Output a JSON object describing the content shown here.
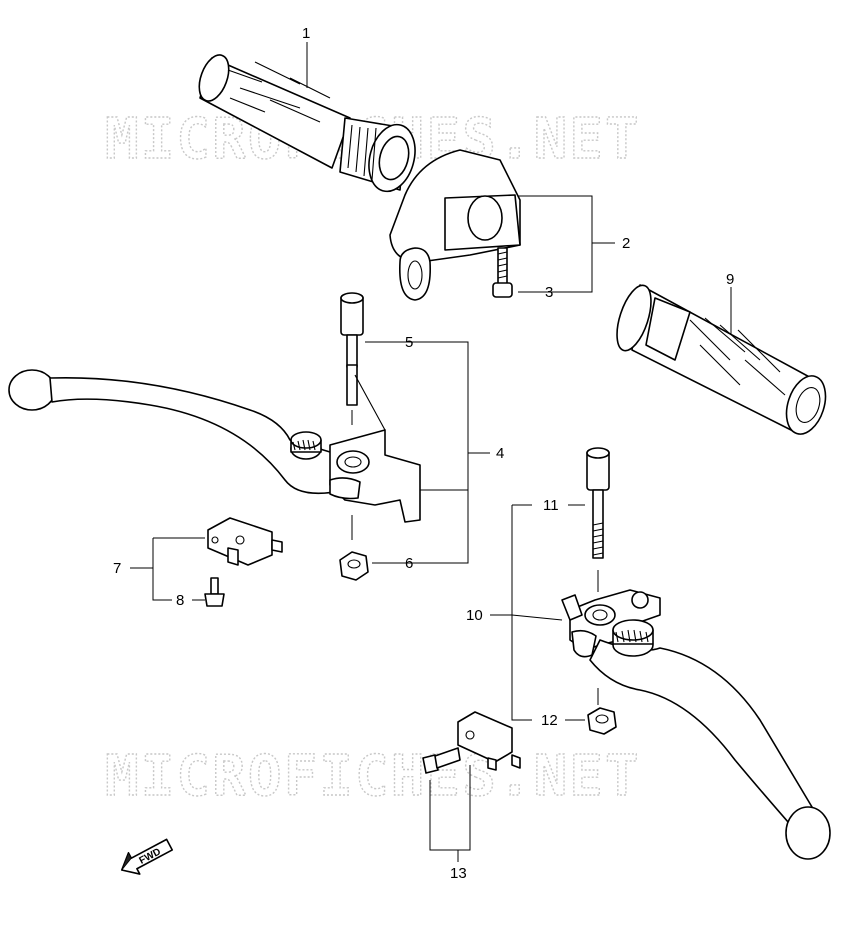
{
  "watermark": {
    "top": "MICROFICHES.NET",
    "bottom": "MICROFICHES.NET"
  },
  "labels": {
    "n1": "1",
    "n2": "2",
    "n3": "3",
    "n4": "4",
    "n5": "5",
    "n6": "6",
    "n7": "7",
    "n8": "8",
    "n9": "9",
    "n10": "10",
    "n11": "11",
    "n12": "12",
    "n13": "13"
  },
  "fwd_badge": "FWD",
  "colors": {
    "line": "#000000",
    "watermark": "#c8c8c8",
    "background": "#ffffff"
  }
}
